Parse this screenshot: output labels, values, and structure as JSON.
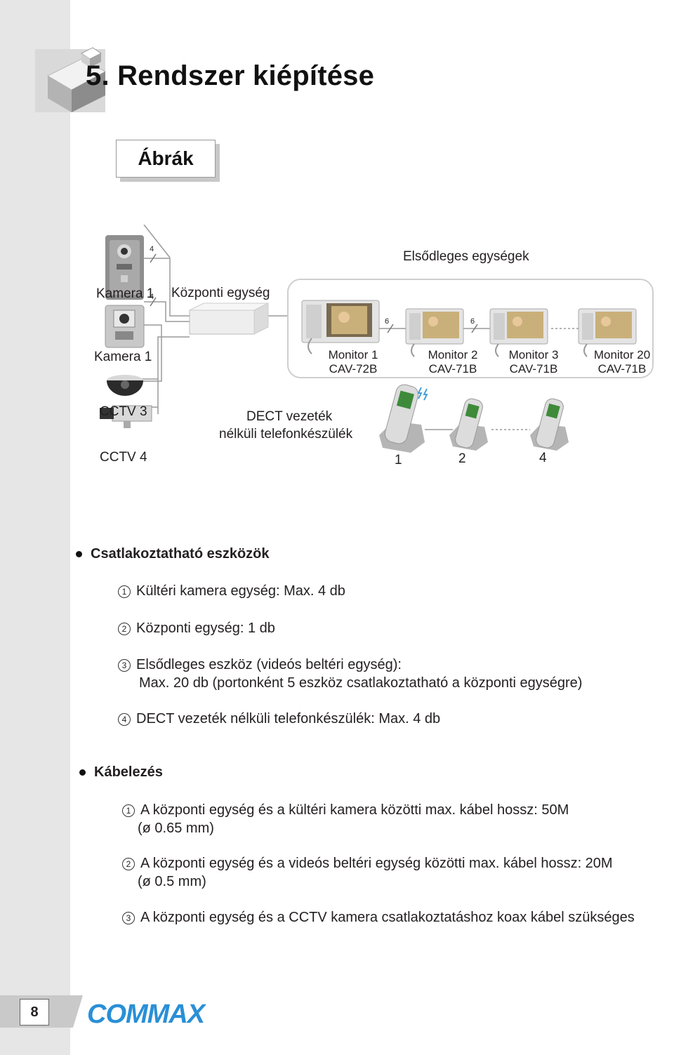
{
  "page": {
    "title": "5. Rendszer kiépítése",
    "section": "Ábrák",
    "page_number": "8",
    "brand": "COMMAX"
  },
  "diagram": {
    "primary_units_label": "Elsődleges egységek",
    "camera_top": "Kamera 1",
    "central_unit": "Központi egység",
    "camera_bottom": "Kamera 1",
    "cctv_a": "CCTV 3",
    "cctv_b": "CCTV 4",
    "dect_line1": "DECT vezeték",
    "dect_line2": "nélküli telefonkészülék",
    "wire_a": "4",
    "wire_b": "4",
    "wire_c": "6",
    "wire_d": "6",
    "monitors": [
      {
        "name": "Monitor 1",
        "model": "CAV-72B"
      },
      {
        "name": "Monitor 2",
        "model": "CAV-71B"
      },
      {
        "name": "Monitor 3",
        "model": "CAV-71B"
      },
      {
        "name": "Monitor 20",
        "model": "CAV-71B"
      }
    ],
    "handsets": [
      "1",
      "2",
      "4"
    ]
  },
  "devices": {
    "heading": "Csatlakoztatható eszközök",
    "items": [
      {
        "num": "1",
        "text": "Kültéri kamera egység: Max. 4 db"
      },
      {
        "num": "2",
        "text": "Központi egység: 1 db"
      },
      {
        "num": "3",
        "text": "Elsődleges eszköz (videós beltéri egység):",
        "text2": "Max. 20 db (portonként 5 eszköz csatlakoztatható a központi egységre)"
      },
      {
        "num": "4",
        "text": "DECT vezeték nélküli telefonkészülék: Max. 4 db"
      }
    ]
  },
  "cabling": {
    "heading": "Kábelezés",
    "items": [
      {
        "num": "1",
        "text": "A központi egység és a kültéri kamera közötti max. kábel hossz: 50M",
        "text2": "(ø 0.65 mm)"
      },
      {
        "num": "2",
        "text": "A központi egység és a videós beltéri egység közötti max. kábel hossz: 20M",
        "text2": "(ø 0.5 mm)"
      },
      {
        "num": "3",
        "text": "A központi egység és a  CCTV kamera csatlakoztatáshoz koax kábel szükséges"
      }
    ]
  }
}
